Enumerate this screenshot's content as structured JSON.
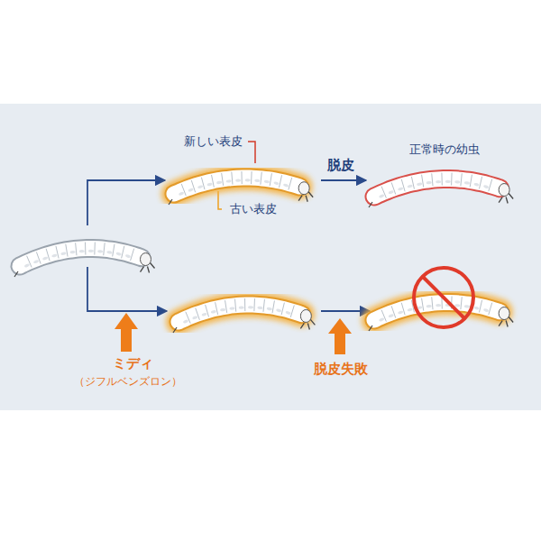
{
  "diagram": {
    "labels": [
      "新しい表皮",
      "古い表皮",
      "脱皮",
      "正常時の幼虫",
      "ミディ",
      "（ジフルベンズロン）",
      "脱皮失敗"
    ]
  }
}
